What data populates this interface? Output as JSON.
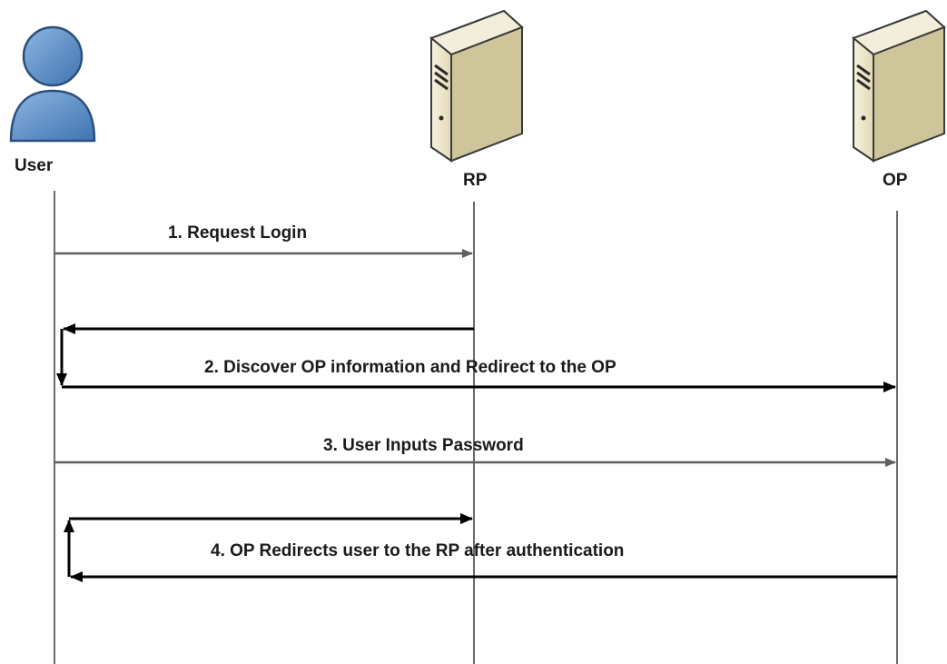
{
  "actors": {
    "user": "User",
    "rp": "RP",
    "op": "OP"
  },
  "icons": {
    "user": "person-icon",
    "rp": "server-tower-icon",
    "op": "server-tower-icon"
  },
  "messages": [
    {
      "label": "1. Request Login"
    },
    {
      "label": "2. Discover OP information and Redirect to the OP"
    },
    {
      "label": "3. User Inputs Password"
    },
    {
      "label": "4. OP Redirects user to the RP after authentication"
    }
  ],
  "colors": {
    "person_body": "#5b8cc4",
    "server_body": "#efe9cf",
    "server_side": "#d4caa0",
    "arrow_gray": "#5f5f5f",
    "arrow_black": "#000000"
  }
}
